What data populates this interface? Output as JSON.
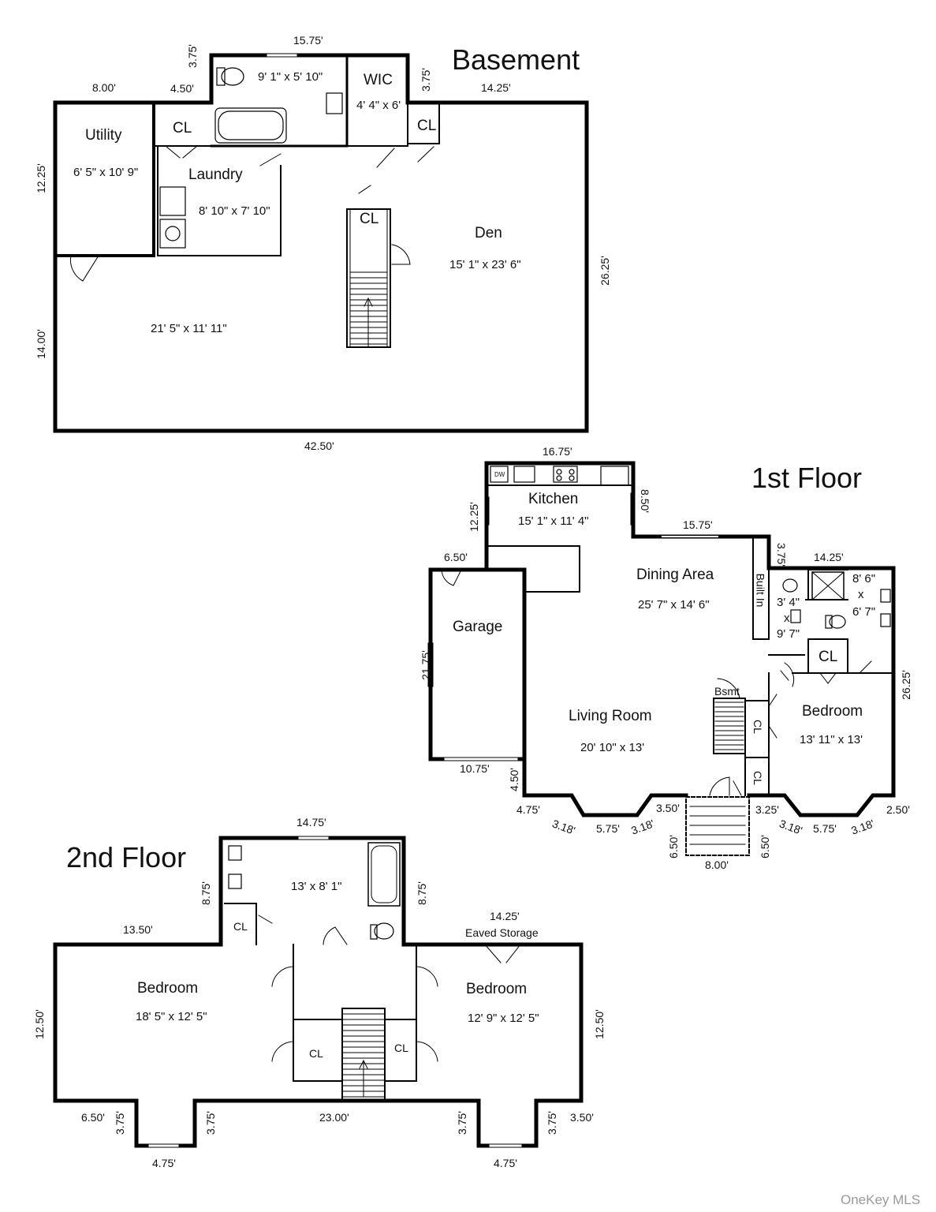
{
  "floors": {
    "basement": {
      "title": "Basement",
      "rooms": {
        "bath_size": "9' 1\" x 5' 10\"",
        "wic": "WIC",
        "wic_size": "4' 4\" x 6'",
        "utility": "Utility",
        "utility_size": "6' 5\" x 10' 9\"",
        "laundry": "Laundry",
        "laundry_size": "8' 10\" x 7' 10\"",
        "den": "Den",
        "den_size": "15' 1\" x 23' 6\"",
        "main_size": "21' 5\" x 11' 11\"",
        "cl": "CL"
      },
      "dims": {
        "d1575": "15.75'",
        "d375a": "3.75'",
        "d375b": "3.75'",
        "d800": "8.00'",
        "d450": "4.50'",
        "d1425": "14.25'",
        "d1225": "12.25'",
        "d1400": "14.00'",
        "d2625": "26.25'",
        "d4250": "42.50'"
      }
    },
    "first": {
      "title": "1st Floor",
      "rooms": {
        "kitchen": "Kitchen",
        "kitchen_size": "15' 1\" x 11' 4\"",
        "dw": "DW",
        "dining": "Dining Area",
        "dining_size": "25' 7\" x 14' 6\"",
        "built_in": "Built In",
        "garage": "Garage",
        "living": "Living Room",
        "living_size": "20' 10\" x 13'",
        "bsmt": "Bsmt",
        "bedroom": "Bedroom",
        "bedroom_size": "13' 11\" x 13'",
        "bath_a": "3' 4\"",
        "bath_x1": "x",
        "bath_b": "9' 7\"",
        "bath2_a": "8' 6\"",
        "bath2_x": "x",
        "bath2_b": "6' 7\"",
        "cl": "CL"
      },
      "dims": {
        "d1675": "16.75'",
        "d850": "8.50'",
        "d1225": "12.25'",
        "d1575": "15.75'",
        "d375": "3.75'",
        "d1425": "14.25'",
        "d650": "6.50'",
        "d2175": "21.75'",
        "d2625": "26.25'",
        "d1075": "10.75'",
        "d450": "4.50'",
        "d475": "4.75'",
        "d318a": "3.18'",
        "d575a": "5.75'",
        "d318b": "3.18'",
        "d350": "3.50'",
        "d325": "3.25'",
        "d318c": "3.18'",
        "d575b": "5.75'",
        "d318d": "3.18'",
        "d250": "2.50'",
        "d650a": "6.50'",
        "d650b": "6.50'",
        "d800": "8.00'"
      }
    },
    "second": {
      "title": "2nd Floor",
      "rooms": {
        "bath_size": "13' x 8' 1\"",
        "bedroom_l": "Bedroom",
        "bedroom_l_size": "18' 5\" x 12' 5\"",
        "bedroom_r": "Bedroom",
        "bedroom_r_size": "12' 9\" x 12' 5\"",
        "eaved": "Eaved Storage",
        "cl": "CL"
      },
      "dims": {
        "d1475": "14.75'",
        "d875a": "8.75'",
        "d875b": "8.75'",
        "d1350": "13.50'",
        "d1425": "14.25'",
        "d1250a": "12.50'",
        "d1250b": "12.50'",
        "d650": "6.50'",
        "d375a": "3.75'",
        "d375b": "3.75'",
        "d2300": "23.00'",
        "d375c": "3.75'",
        "d375d": "3.75'",
        "d350": "3.50'",
        "d475a": "4.75'",
        "d475b": "4.75'"
      }
    }
  },
  "watermark": "OneKey MLS"
}
